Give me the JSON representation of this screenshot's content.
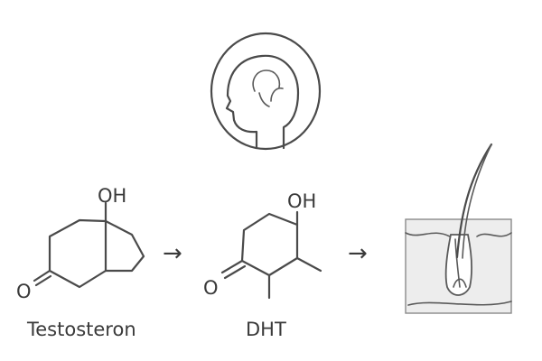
{
  "molecules": [
    {
      "name": "Testosteron",
      "atom_labels": {
        "hydroxyl": "OH",
        "ketone": "O"
      }
    },
    {
      "name": "DHT",
      "atom_labels": {
        "hydroxyl": "OH",
        "ketone": "O"
      }
    }
  ],
  "arrows": [
    "→",
    "→"
  ],
  "icons": {
    "head": "head-profile-icon",
    "skin": "hair-follicle-skin-icon"
  },
  "colors": {
    "stroke": "#4a4a4a",
    "skin_fill": "#ededed",
    "background": "#ffffff"
  }
}
